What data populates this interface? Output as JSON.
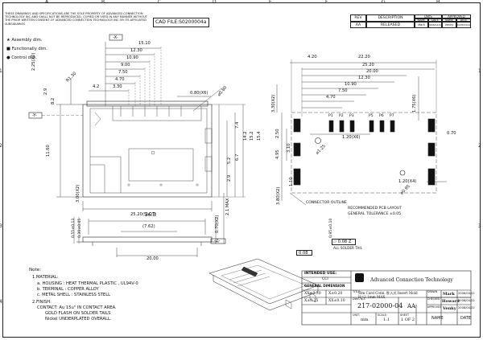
{
  "border": {
    "columns": [
      "A",
      "B",
      "C",
      "D",
      "E",
      "F",
      "G",
      "H"
    ],
    "rows": [
      "1",
      "2",
      "3",
      "4"
    ]
  },
  "notice": "THESE DRAWINGS AND SPECIFICATIONS ARE THE SOLE PROPERTY OF ADVANCED CONNECTION TECHNOLOGY INC AND SHALL NOT BE REPRODUCED, COPIED OR USED IN ANY MANNER WITHOUT THE PRIOR WRITTEN CONSENT OF ADVANCED CONNECTION TECHNOLOGY INC OR ITS AFFILIATED SUBSIDIARIES",
  "cad_file": "CAD FILE:S0200004a",
  "revision_table": {
    "headers": {
      "rev": "REV",
      "description": "DESCRIPTION",
      "dws": "DWS",
      "approved": "APPROVED"
    },
    "sub_headers": [
      "NAME",
      "DATE",
      "NAME",
      "DATE"
    ],
    "row": {
      "rev": "AA",
      "description": "RELEASED",
      "name1": "Mark",
      "date1": "2008/04/22",
      "name2": "Venky",
      "date2": "2008/04/22"
    }
  },
  "legend": {
    "assembly": "Assembly dim.",
    "functional": "Functionally dim.",
    "control": "Control dim."
  },
  "datums": {
    "x": "X",
    "y": "Y",
    "z": "Z"
  },
  "top_view_dims": [
    "15.10",
    "12.30",
    "10.90",
    "9.00",
    "7.50",
    "4.70",
    "3.30",
    "4.2",
    "2.25(X2)",
    "2.9",
    "8.2",
    "R1.30",
    "⌀0.80",
    "0.80(X6)",
    "11.60",
    "7.4",
    "6.7",
    "5.2",
    "2.9",
    "15.4",
    "14.2",
    "15.2",
    "26.3",
    "3.00(X2)",
    "2.1 MAX"
  ],
  "side_view_dims": [
    "25.20(SLOT)",
    "(7.62)",
    "20.00",
    "0.70(X2)",
    "0.55±0.13",
    "0.30±0.05",
    "0.95±0.10"
  ],
  "pcb_dims": [
    "4.20",
    "22.20",
    "25.20",
    "20.00",
    "12.30",
    "10.90",
    "7.50",
    "4.70",
    "3.30(X2)",
    "1.75(X6)",
    "2.50",
    "3.10",
    "4.95",
    "1.20(X6)",
    "0.70",
    "1.10",
    "3.80(X2)",
    "⌀0.95",
    "⌀1.25",
    "1.20(X4)"
  ],
  "pcb_labels": {
    "pins": [
      "P1",
      "P2",
      "P3",
      "P5",
      "P6",
      "P7"
    ],
    "recommended": "RECOMMENDED PCB LAYOUT",
    "tolerance": "GENERAL TOLERANCE ±0.05",
    "outline": "CONNECTOR OUTLINE"
  },
  "flatness": {
    "symbol": "▱",
    "value": "0.08",
    "datum": "Z"
  },
  "flatness_note": "ALL SOLDER TAIL",
  "small_flatness": "0.08",
  "notes": {
    "title": "Note:",
    "lines": [
      "1.MATERIAL:",
      "a. HOUSING : HEAT THERMAL PLASTIC , UL94V-0",
      "b. TERMINAL : COPPER ALLOY",
      "c. METAL SHELL : STAINLESS STELL",
      "2.FINISH:",
      "CONTACT: Au 15u\" IN CONTACT AREA.",
      "GOLD FLASH ON SOLDER TAILS",
      "Nickel UNDERPLATED OVERALL."
    ]
  },
  "title_block": {
    "intended_use": "INTENDED USE:",
    "intended_value": "CCI",
    "general_dimension": "GENERAL DIMENSION",
    "tol_rows": [
      [
        "XX±0.30",
        "X±0.20"
      ],
      [
        "X±0.25",
        "XX±0.10"
      ]
    ],
    "company": "Advanced Connection Technology",
    "title_label": "TITLE:",
    "title": "Sim Card Conn. 卧入式 Insert Mold H=2.1mm MAX",
    "dwg_label": "DWG NO.",
    "dwg_no": "217-02000-04",
    "rev": "AA",
    "unit_label": "UNIT:",
    "unit": "mm",
    "scale_label": "SCALE:",
    "scale": "1:1",
    "sheet_label": "SHEET",
    "sheet": "1 OF 2",
    "signoffs": [
      {
        "role": "DRAWN",
        "name": "Mark",
        "date": "2008/04/22"
      },
      {
        "role": "CHECKED",
        "name": "Howard",
        "date": "2008/04/22"
      },
      {
        "role": "APPROVED",
        "name": "Venky",
        "date": "2008/04/22"
      }
    ],
    "name_header": "NAME",
    "date_header": "DATE"
  }
}
